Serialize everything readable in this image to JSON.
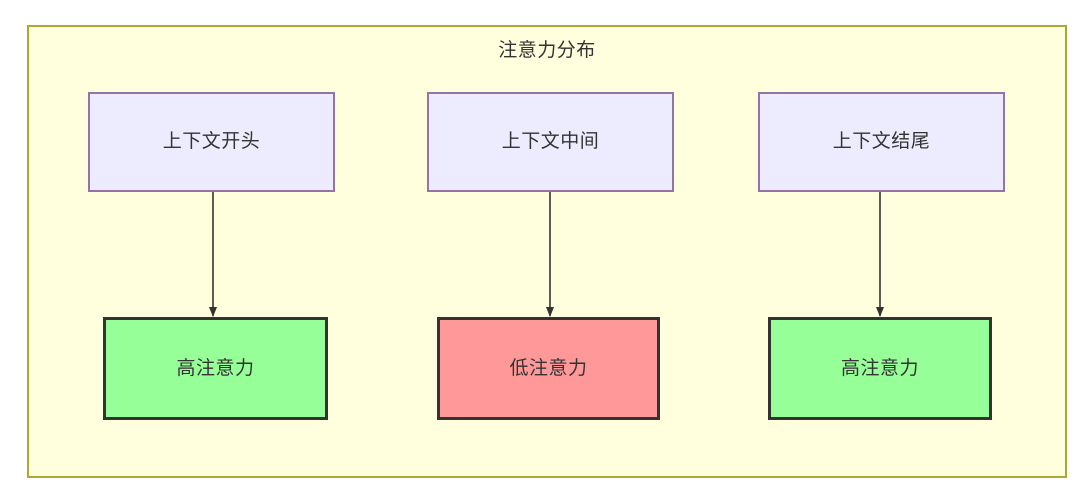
{
  "diagram": {
    "title": "注意力分布",
    "type": "flowchart",
    "container": {
      "fill": "#ffffde",
      "border_color": "#aaaa33"
    },
    "nodes": [
      {
        "id": "context-start",
        "label": "上下文开头",
        "row": "top",
        "fill": "#ececfe",
        "border_color": "#9673a6"
      },
      {
        "id": "context-middle",
        "label": "上下文中间",
        "row": "top",
        "fill": "#ececfe",
        "border_color": "#9673a6"
      },
      {
        "id": "context-end",
        "label": "上下文结尾",
        "row": "top",
        "fill": "#ececfe",
        "border_color": "#9673a6"
      },
      {
        "id": "attention-high-start",
        "label": "高注意力",
        "row": "bottom",
        "fill": "#97ff97",
        "border_color": "#333333"
      },
      {
        "id": "attention-low-middle",
        "label": "低注意力",
        "row": "bottom",
        "fill": "#ff9999",
        "border_color": "#333333"
      },
      {
        "id": "attention-high-end",
        "label": "高注意力",
        "row": "bottom",
        "fill": "#97ff97",
        "border_color": "#333333"
      }
    ],
    "edges": [
      {
        "from": "context-start",
        "to": "attention-high-start",
        "label": ""
      },
      {
        "from": "context-middle",
        "to": "attention-low-middle",
        "label": ""
      },
      {
        "from": "context-end",
        "to": "attention-high-end",
        "label": ""
      }
    ],
    "edge_color": "#333333"
  }
}
